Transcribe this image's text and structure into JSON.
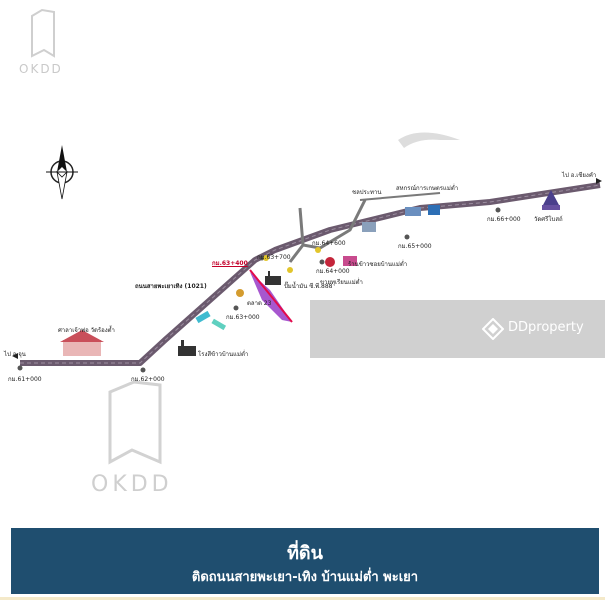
{
  "watermark": {
    "top_text": "OKDD",
    "middle_text": "OKDD",
    "dd_text": "DDproperty"
  },
  "map": {
    "direction_left": "ไป อ.จุน",
    "direction_right": "ไป อ.เชียงคำ",
    "km_markers": [
      "กม.61+000",
      "กม.62+000",
      "กม.63+000",
      "กม.63+700",
      "กม.64+000",
      "กม.64+600",
      "กม.65+000",
      "กม.66+000"
    ],
    "highlight_km": "กม.63+400",
    "road_label": "ถนนสายพะเยาเทิง (1021)",
    "places": {
      "school": "ศาลาเจ้าพ่อ วัดร้องต้ำ",
      "factory": "โรงสีข้าวบ้านแม่ต่ำ",
      "station": "ปั๊มน้ำมัน ซี.พี.888",
      "market": "ตลาด 23",
      "shop": "ขายทุเรียนแม่ต่ำ",
      "resort": "ร้านข้าวซอยบ้านแม่ต่ำ",
      "gov_office": "สหกรณ์การเกษตรแม่ต่ำ",
      "water": "ชลประทาน",
      "temple": "วัดศรีโบสถ์"
    }
  },
  "banner": {
    "title": "ที่ดิน",
    "subtitle": "ติดถนนสายพะเยา-เทิง บ้านแม่ต่ำ พะเยา"
  },
  "colors": {
    "banner_bg": "#1f4e6f",
    "road": "#6b5a6e",
    "highlight": "#c4002a"
  }
}
